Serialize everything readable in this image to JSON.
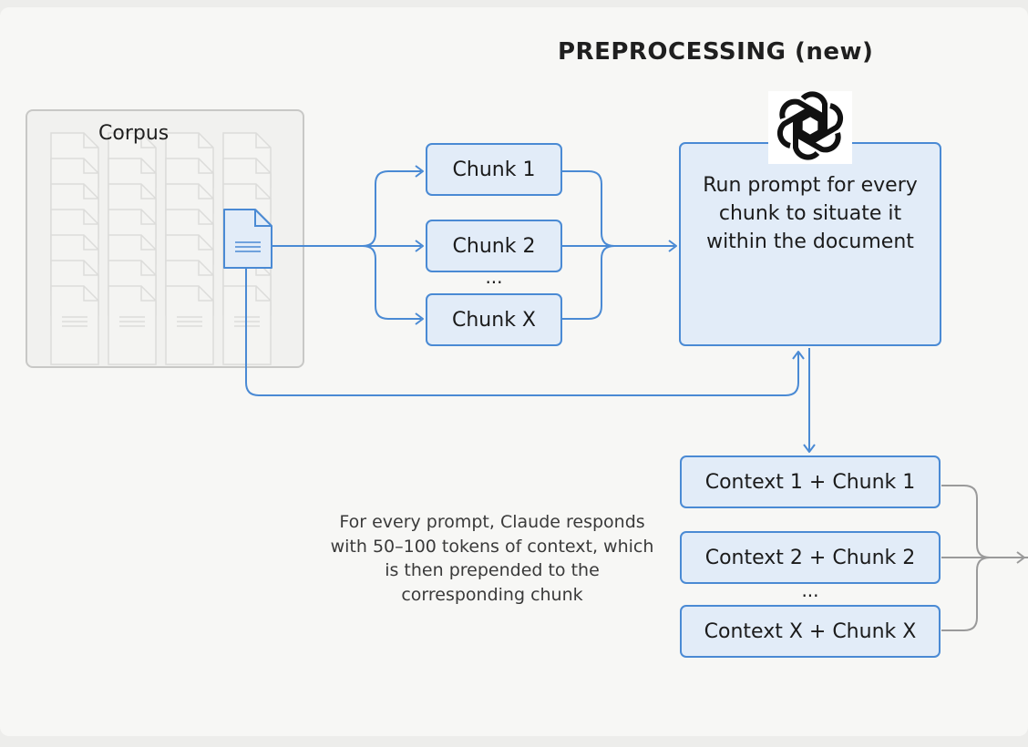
{
  "diagram": {
    "title": "PREPROCESSING (new)",
    "corpus_label": "Corpus",
    "chunks": [
      "Chunk 1",
      "Chunk 2",
      "Chunk X"
    ],
    "chunk_ellipsis": "...",
    "llm_text": "Run prompt for every chunk to situate it within the document",
    "contexts": [
      "Context 1 + Chunk 1",
      "Context 2 + Chunk 2",
      "Context X + Chunk X"
    ],
    "context_ellipsis": "...",
    "note": "For every prompt, Claude responds with 50–100 tokens of context, which is then prepended to the corresponding chunk",
    "logo_icon": "openai-logo-icon",
    "colors": {
      "accent": "#4a8ad4",
      "box_fill": "#e2ecf8",
      "output_line": "#9a9a9a",
      "background": "#f7f7f5"
    }
  }
}
